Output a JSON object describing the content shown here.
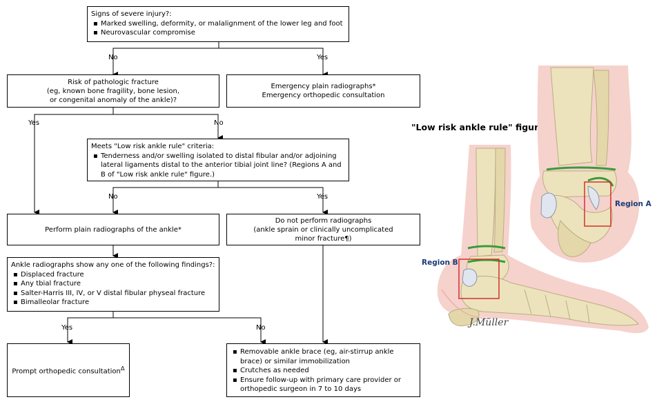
{
  "flowchart": {
    "severe": {
      "title": "Signs of severe injury?:",
      "bullets": [
        "Marked swelling, deformity, or malalignment of the lower leg and foot",
        "Neurovascular compromise"
      ]
    },
    "pathologic": {
      "lines": [
        "Risk of pathologic fracture",
        "(eg, known bone fragility, bone lesion,",
        "or congenital anomaly of the ankle)?"
      ]
    },
    "emergency": {
      "lines": [
        "Emergency plain radiographs*",
        "Emergency orthopedic consultation"
      ]
    },
    "lowrisk": {
      "title": "Meets \"Low risk ankle rule\" criteria:",
      "bullets": [
        "Tenderness and/or swelling isolated to distal fibular and/or adjoining lateral ligaments distal to the anterior tibial joint line? (Regions A and B of \"Low risk ankle rule\" figure.)"
      ]
    },
    "perform": {
      "text": "Perform plain radiographs of the ankle*"
    },
    "notperform": {
      "lines": [
        "Do not perform radiographs",
        "(ankle sprain or clinically uncomplicated",
        "minor fracture¶)"
      ]
    },
    "findings": {
      "title": "Ankle radiographs show any one of the following findings?:",
      "bullets": [
        "Displaced fracture",
        "Any tbial fracture",
        "Salter-Harris III, IV, or V distal fibular physeal fracture",
        "Bimalleolar fracture"
      ]
    },
    "ortho": {
      "text": "Prompt orthopedic consultation",
      "mark": "Δ"
    },
    "brace": {
      "bullets": [
        "Removable ankle brace (eg, air-stirrup ankle brace) or similar immobilization",
        "Crutches as needed",
        "Ensure follow-up with primary care provider or orthopedic surgeon in 7 to 10 days"
      ]
    },
    "labels": {
      "no": "No",
      "yes": "Yes"
    }
  },
  "figure": {
    "title": "\"Low risk ankle rule\" figure",
    "region_a": "Region A",
    "region_b": "Region B",
    "signature": "J.Müller",
    "colors": {
      "skin": "#f6d2cc",
      "bone": "#ece3bd",
      "highlight": "#d32f2f",
      "growth_plate": "#3a9a3a",
      "label": "#1a3a7a"
    }
  }
}
